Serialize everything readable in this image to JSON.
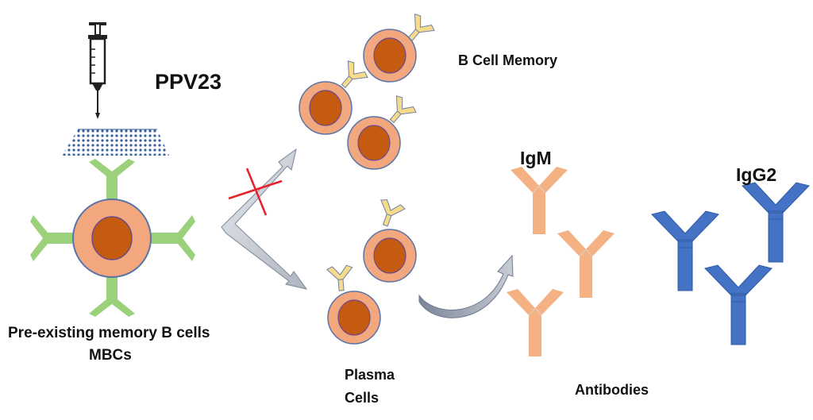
{
  "labels": {
    "vaccine": "PPV23",
    "memory_b": "B Cell Memory",
    "igm": "IgM",
    "igg2": "IgG2",
    "pre_existing": "Pre-existing memory B cells",
    "mbcs": "MBCs",
    "plasma_1": "Plasma",
    "plasma_2": "Cells",
    "antibodies": "Antibodies"
  },
  "colors": {
    "cell_outer": "#F2A77F",
    "cell_stroke": "#5B74A8",
    "nucleus": "#C55A11",
    "receptor_green": "#9BD17A",
    "receptor_yellow": "#F6DC8A",
    "igm": "#F4B183",
    "igg2": "#4472C4",
    "polysaccharide": "#2E5597",
    "block_x": "#E8202A",
    "arrow": "#C9CDD6"
  },
  "icons": {
    "syringe": "syringe-icon",
    "polysaccharide": "polysaccharide-grid-icon",
    "blocked": "red-x-icon"
  }
}
